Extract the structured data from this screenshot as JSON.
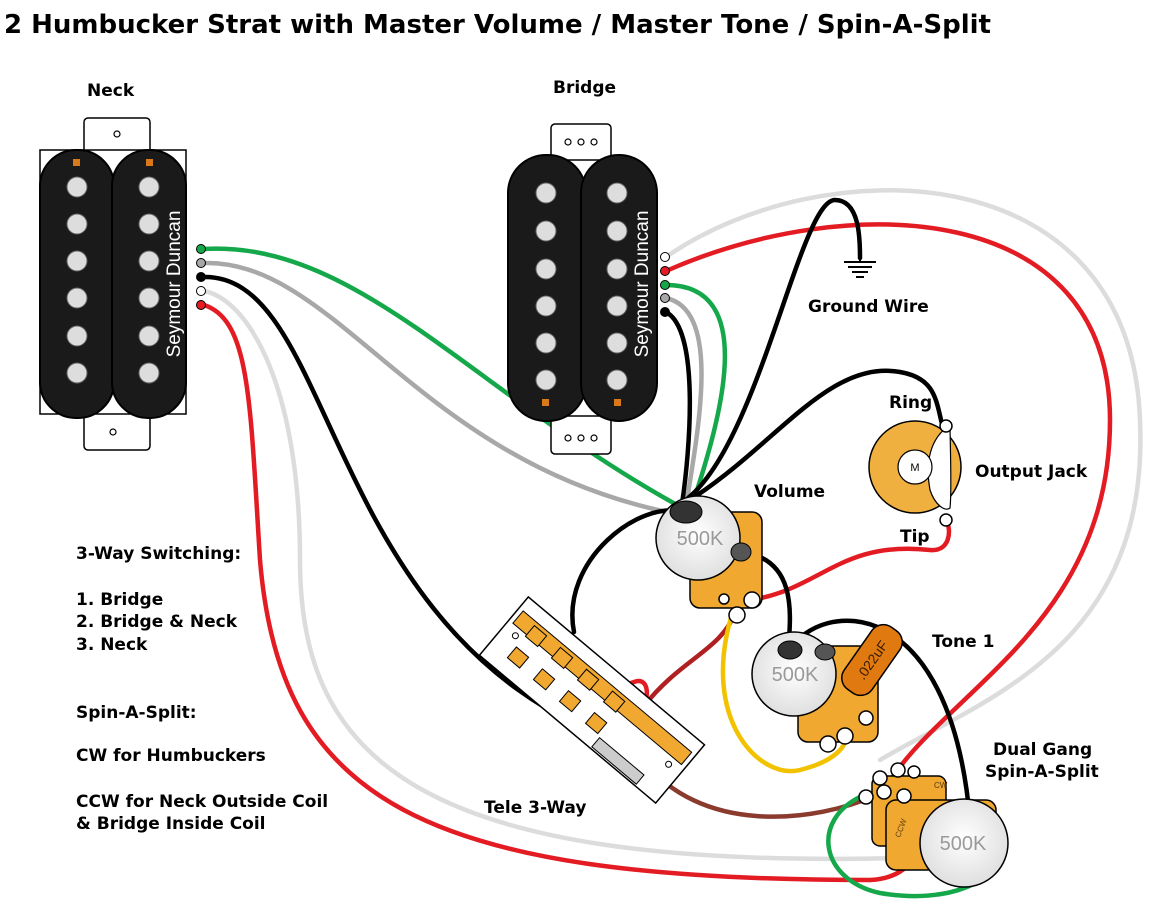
{
  "title": "2 Humbucker Strat with Master Volume / Master Tone / Spin-A-Split",
  "labels": {
    "neck": "Neck",
    "bridge": "Bridge",
    "ground_wire": "Ground Wire",
    "ring": "Ring",
    "output_jack": "Output Jack",
    "tip": "Tip",
    "volume": "Volume",
    "tone": "Tone 1",
    "dual_gang_line1": "Dual Gang",
    "dual_gang_line2": "Spin-A-Split",
    "switch": "Tele 3-Way"
  },
  "pickups": {
    "brand": "Seymour Duncan"
  },
  "jack": {
    "mark": "M"
  },
  "pots": {
    "volume": "500K",
    "tone": "500K",
    "spin": "500K"
  },
  "capacitor": {
    "value": ".022uF"
  },
  "spin_marks": {
    "cw": "CW",
    "ccw": "CCW"
  },
  "notes": {
    "switching_heading": "3-Way Switching:",
    "switching_items": [
      "1. Bridge",
      "2. Bridge & Neck",
      "3. Neck"
    ],
    "spin_heading": "Spin-A-Split:",
    "spin_cw": "CW for Humbuckers",
    "spin_ccw_line1": "CCW for Neck Outside Coil",
    "spin_ccw_line2": "& Bridge Inside Coil"
  },
  "colors": {
    "wire_red": "#e31b23",
    "wire_green": "#14a84a",
    "wire_black": "#000000",
    "wire_grey": "#a8a8a8",
    "wire_white": "#dcdcdc",
    "wire_yellow": "#f2c200",
    "wire_darkred": "#b02020",
    "wire_brown": "#8b3a2e",
    "pot_body": "#f0a830",
    "cap_body": "#e07a10",
    "jack_body": "#f0b040"
  }
}
